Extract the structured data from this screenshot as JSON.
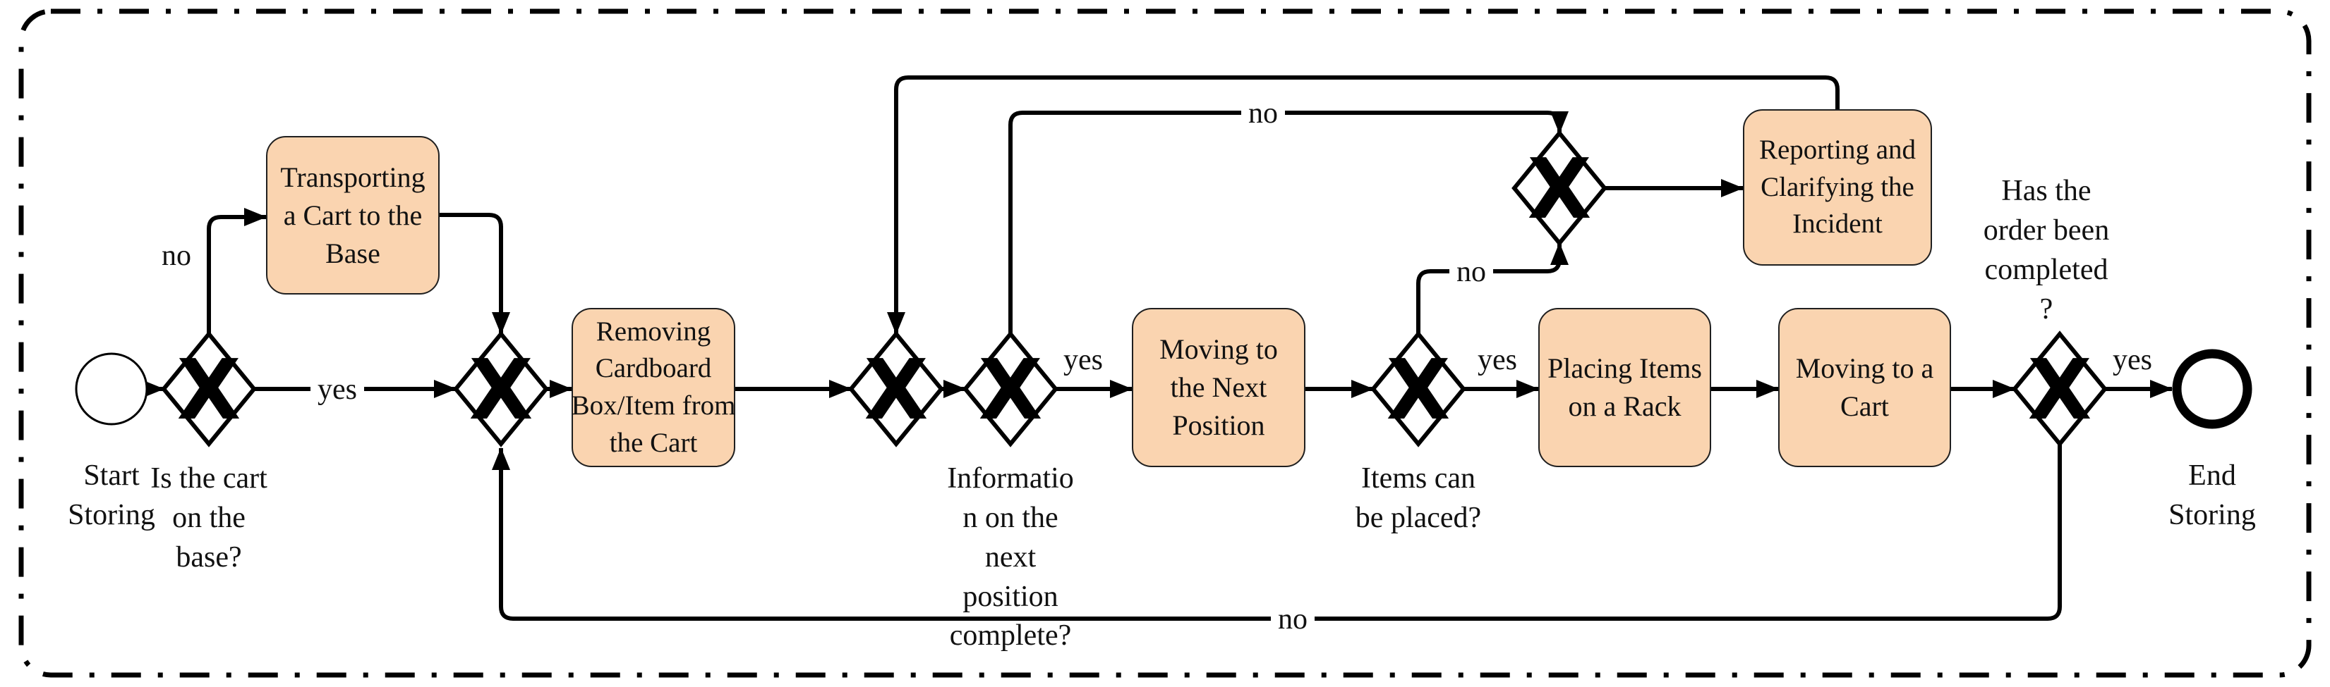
{
  "diagram": {
    "xor_marker": "X",
    "colors": {
      "task_fill": "#FAD4B0",
      "line": "#000000",
      "background": "#ffffff"
    },
    "events": {
      "start": {
        "label": "Start\nStoring"
      },
      "end": {
        "label": "End\nStoring"
      }
    },
    "tasks": {
      "transporting": {
        "label": "Transporting\na Cart to the\nBase"
      },
      "removing": {
        "label": "Removing\nCardboard\nBox/Item from\nthe Cart"
      },
      "moving_next": {
        "label": "Moving to\nthe Next\nPosition"
      },
      "placing": {
        "label": "Placing Items\non a Rack"
      },
      "moving_cart": {
        "label": "Moving to a\nCart"
      },
      "reporting": {
        "label": "Reporting and\nClarifying the\nIncident"
      }
    },
    "gateways": {
      "cart_on_base": {
        "question": "Is the cart\non the\nbase?"
      },
      "info_complete": {
        "question": "Informatio\nn on the\nnext\nposition\ncomplete?"
      },
      "items_placed": {
        "question": "Items can\nbe placed?"
      },
      "order_completed": {
        "question": "Has the\norder been\ncompleted\n?"
      }
    },
    "edge_labels": {
      "cart_yes": "yes",
      "cart_no": "no",
      "info_yes": "yes",
      "info_no": "no",
      "placed_yes": "yes",
      "placed_no": "no",
      "completed_yes": "yes",
      "completed_no": "no"
    }
  }
}
